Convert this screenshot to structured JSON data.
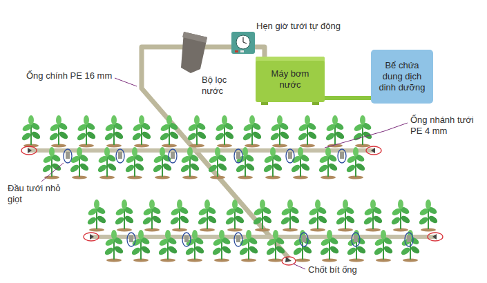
{
  "diagram": {
    "nodes": [
      {
        "text": [
          "Máy bơm nước"
        ]
      },
      {
        "text": [
          "Bể chứa dung dịch dinh dưỡng"
        ]
      }
    ],
    "edges": [
      {
        "from": 1,
        "to": 0,
        "arrow": "none"
      }
    ],
    "labels": [
      "Hẹn giờ tưới tự động",
      "Bộ lọc nước",
      "Ống chính PE 16 mm",
      "Ống nhánh tưới PE 4 mm",
      "Đầu tưới nhỏ giọt",
      "Chốt bít ống"
    ]
  }
}
